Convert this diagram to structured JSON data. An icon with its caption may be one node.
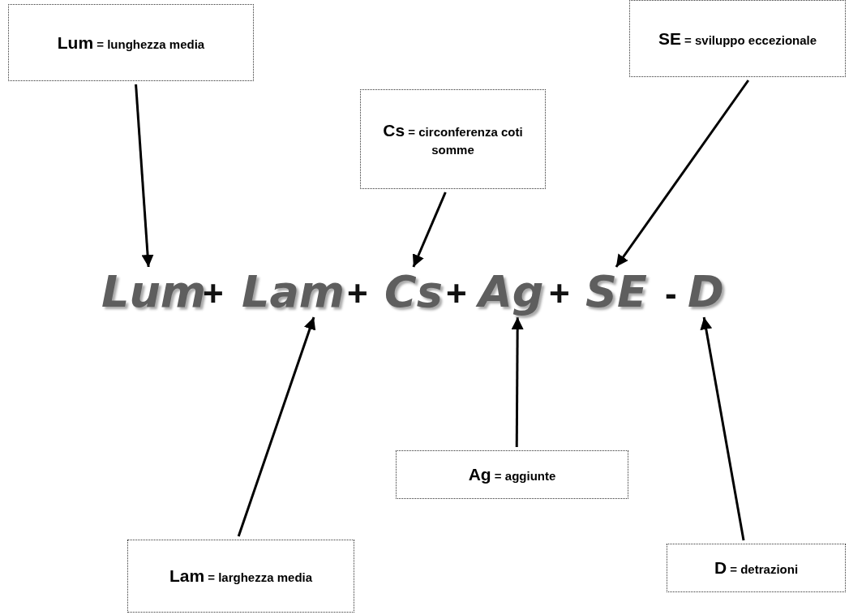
{
  "diagram": {
    "nodes": [
      {
        "text": [
          "Lum",
          "= lunghezza media"
        ]
      },
      {
        "text": [
          "SE",
          "= sviluppo eccezionale"
        ]
      },
      {
        "text": [
          "Cs",
          "= circonferenza coti somme"
        ]
      },
      {
        "text": [
          "Lum"
        ]
      },
      {
        "text": [
          "Lam"
        ]
      },
      {
        "text": [
          "Cs"
        ]
      },
      {
        "text": [
          "Ag"
        ]
      },
      {
        "text": [
          "SE"
        ]
      },
      {
        "text": [
          "D"
        ]
      },
      {
        "text": [
          "Ag",
          "= aggiunte"
        ]
      },
      {
        "text": [
          "Lam",
          "= larghezza media"
        ]
      },
      {
        "text": [
          "D",
          "= detrazioni"
        ]
      }
    ],
    "edges": [
      {
        "from": 0,
        "to": 3,
        "arrow": "to"
      },
      {
        "from": 2,
        "to": 5,
        "arrow": "to"
      },
      {
        "from": 1,
        "to": 7,
        "arrow": "to"
      },
      {
        "from": 10,
        "to": 4,
        "arrow": "to"
      },
      {
        "from": 9,
        "to": 6,
        "arrow": "to"
      },
      {
        "from": 11,
        "to": 8,
        "arrow": "to"
      }
    ],
    "labels": [
      "+",
      "+",
      "+",
      "+",
      "-"
    ]
  }
}
